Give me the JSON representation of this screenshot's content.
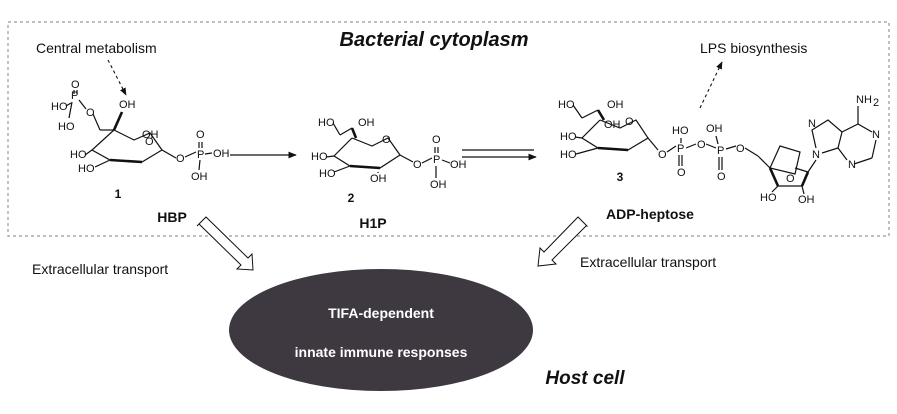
{
  "title": "Bacterial cytoplasm",
  "host_label": "Host cell",
  "annotations": {
    "central_metabolism": "Central metabolism",
    "lps_biosynthesis": "LPS biosynthesis",
    "extracellular_transport_left": "Extracellular transport",
    "extracellular_transport_right": "Extracellular transport"
  },
  "compounds": [
    {
      "number": "1",
      "name": "HBP"
    },
    {
      "number": "2",
      "name": "H1P"
    },
    {
      "number": "3",
      "name": "ADP-heptose"
    }
  ],
  "host_response": {
    "line1": "TIFA-dependent",
    "line2": "innate immune responses"
  },
  "colors": {
    "ellipse_fill": "#3e3841",
    "ellipse_text": "#ffffff",
    "box_border": "#999999"
  },
  "atoms": {
    "HO": "HO",
    "OH": "OH",
    "O": "O",
    "P": "P",
    "NH2": "NH",
    "N": "N"
  }
}
